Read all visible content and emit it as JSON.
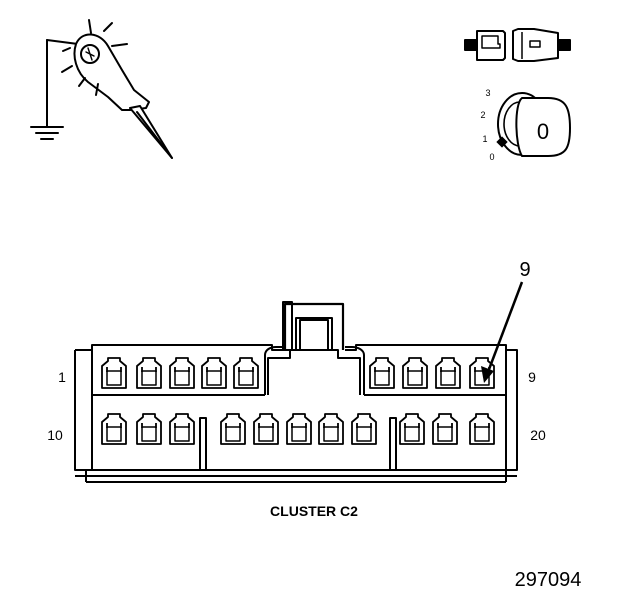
{
  "connector": {
    "name": "CLUSTER C2",
    "callout_pin": "9",
    "row_labels": {
      "top_left": "1",
      "top_right": "9",
      "bottom_left": "10",
      "bottom_right": "20"
    }
  },
  "ignition": {
    "positions": [
      "3",
      "2",
      "1",
      "0"
    ],
    "key_label": "0"
  },
  "figure_number": "297094",
  "icons": {
    "probe": "test-probe-ground-icon",
    "switch": "connector-disconnect-icon",
    "ignition": "ignition-key-icon"
  }
}
